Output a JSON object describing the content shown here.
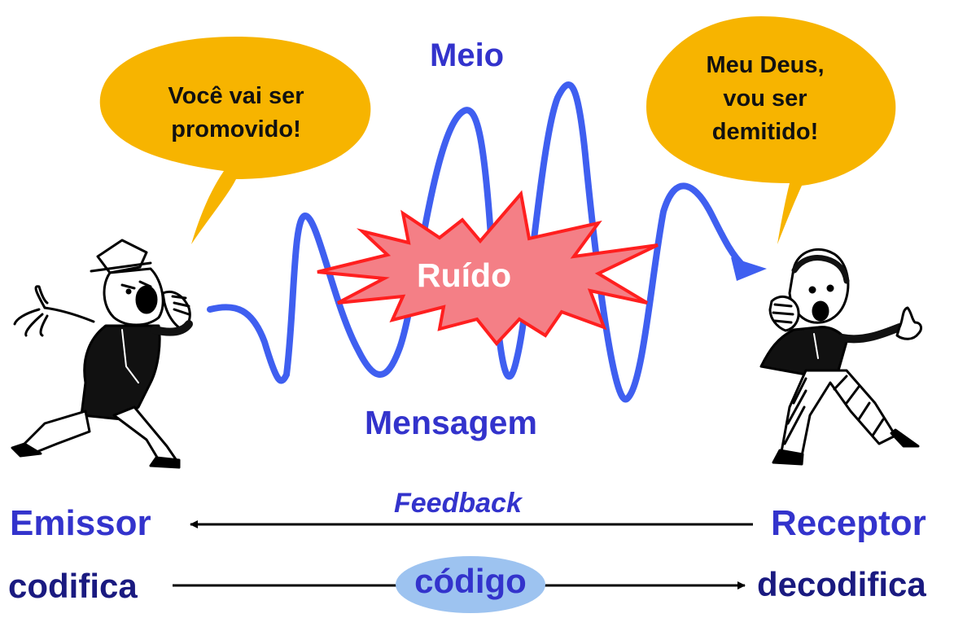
{
  "bubbles": {
    "emitter_speech": [
      "Você vai ser",
      "promovido!"
    ],
    "receiver_speech": [
      "Meu Deus,",
      "vou ser",
      "demitido!"
    ]
  },
  "labels": {
    "medium": "Meio",
    "message": "Mensagem",
    "noise": "Ruído",
    "feedback": "Feedback",
    "emitter": "Emissor",
    "receiver": "Receptor",
    "encodes": "codifica",
    "code": "código",
    "decodes": "decodifica"
  },
  "colors": {
    "bubble": "#f7b400",
    "wave": "#3f5ff0",
    "noise_fill": "#f47f86",
    "noise_stroke": "#ff1f1f",
    "label_blue": "#3333cc",
    "label_dark": "#1a1a80",
    "code_oval": "#9dc3f0"
  },
  "icons": {
    "emitter": "man-shouting-icon",
    "receiver": "man-shocked-icon"
  }
}
